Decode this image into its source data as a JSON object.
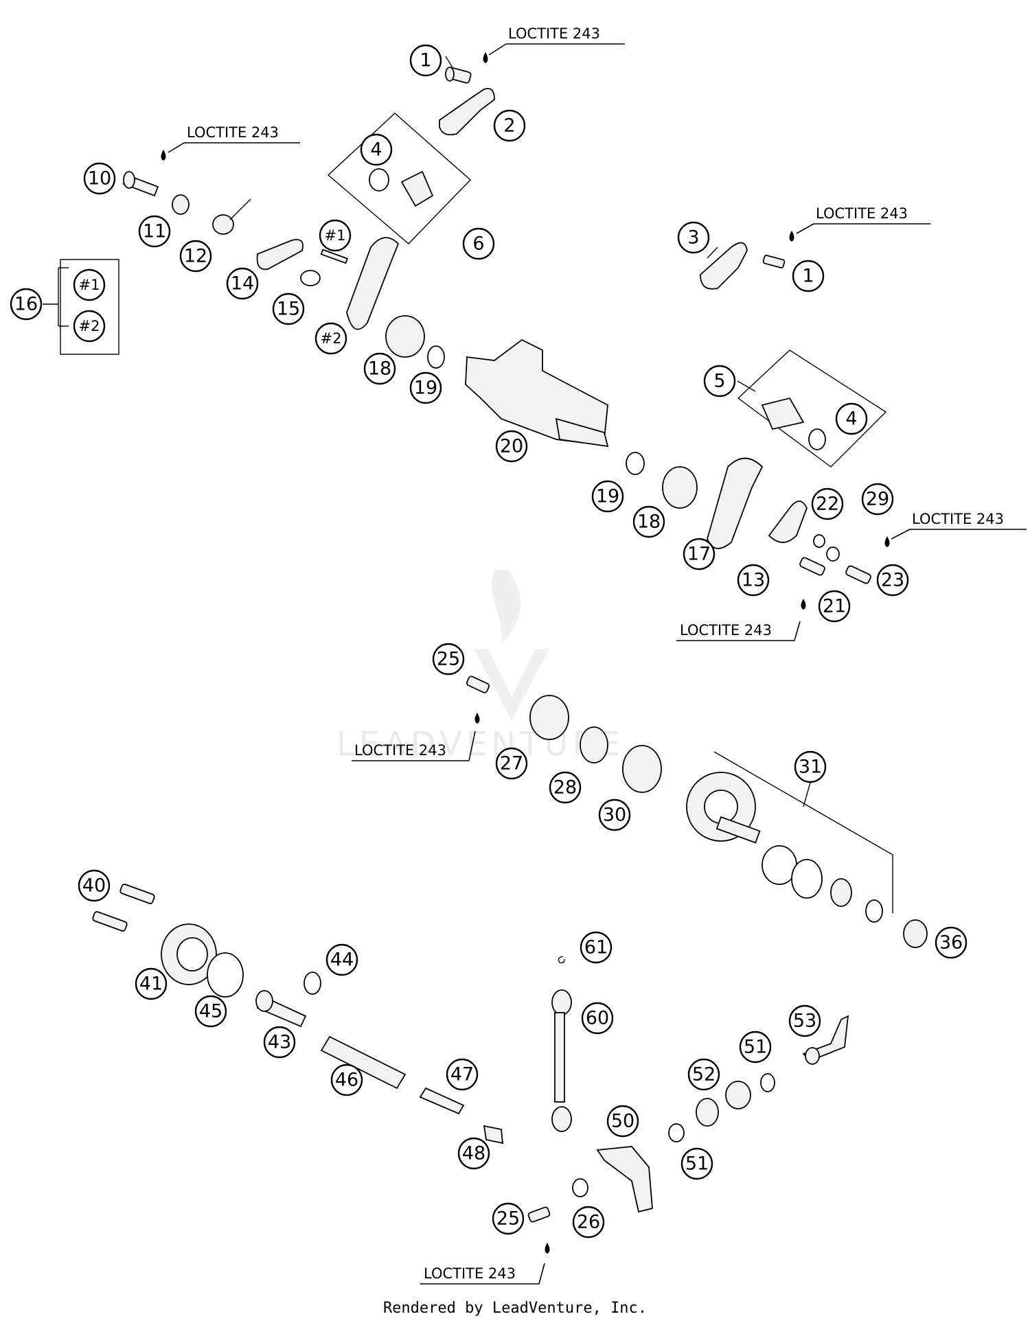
{
  "diagram": {
    "callouts": [
      {
        "label": "1",
        "small": false
      },
      {
        "label": "2",
        "small": false
      },
      {
        "label": "4",
        "small": false
      },
      {
        "label": "6",
        "small": false
      },
      {
        "label": "3",
        "small": false
      },
      {
        "label": "1",
        "small": false
      },
      {
        "label": "10",
        "small": false
      },
      {
        "label": "11",
        "small": false
      },
      {
        "label": "12",
        "small": false
      },
      {
        "label": "14",
        "small": false
      },
      {
        "label": "#1",
        "small": true
      },
      {
        "label": "15",
        "small": false
      },
      {
        "label": "#2",
        "small": true
      },
      {
        "label": "16",
        "small": false
      },
      {
        "label": "#1",
        "small": true
      },
      {
        "label": "#2",
        "small": true
      },
      {
        "label": "18",
        "small": false
      },
      {
        "label": "19",
        "small": false
      },
      {
        "label": "20",
        "small": false
      },
      {
        "label": "5",
        "small": false
      },
      {
        "label": "4",
        "small": false
      },
      {
        "label": "19",
        "small": false
      },
      {
        "label": "18",
        "small": false
      },
      {
        "label": "17",
        "small": false
      },
      {
        "label": "22",
        "small": false
      },
      {
        "label": "29",
        "small": false
      },
      {
        "label": "13",
        "small": false
      },
      {
        "label": "21",
        "small": false
      },
      {
        "label": "23",
        "small": false
      },
      {
        "label": "25",
        "small": false
      },
      {
        "label": "27",
        "small": false
      },
      {
        "label": "28",
        "small": false
      },
      {
        "label": "30",
        "small": false
      },
      {
        "label": "31",
        "small": false
      },
      {
        "label": "36",
        "small": false
      },
      {
        "label": "40",
        "small": false
      },
      {
        "label": "41",
        "small": false
      },
      {
        "label": "44",
        "small": false
      },
      {
        "label": "45",
        "small": false
      },
      {
        "label": "43",
        "small": false
      },
      {
        "label": "46",
        "small": false
      },
      {
        "label": "47",
        "small": false
      },
      {
        "label": "48",
        "small": false
      },
      {
        "label": "61",
        "small": false
      },
      {
        "label": "60",
        "small": false
      },
      {
        "label": "53",
        "small": false
      },
      {
        "label": "51",
        "small": false
      },
      {
        "label": "52",
        "small": false
      },
      {
        "label": "50",
        "small": false
      },
      {
        "label": "51",
        "small": false
      },
      {
        "label": "25",
        "small": false
      },
      {
        "label": "26",
        "small": false
      }
    ],
    "loctite_labels": [
      "LOCTITE 243",
      "LOCTITE 243",
      "LOCTITE 243",
      "LOCTITE 243",
      "LOCTITE 243",
      "LOCTITE 243",
      "LOCTITE 243"
    ],
    "watermark": "LEADVENTURE",
    "footer": "Rendered by LeadVenture, Inc."
  }
}
